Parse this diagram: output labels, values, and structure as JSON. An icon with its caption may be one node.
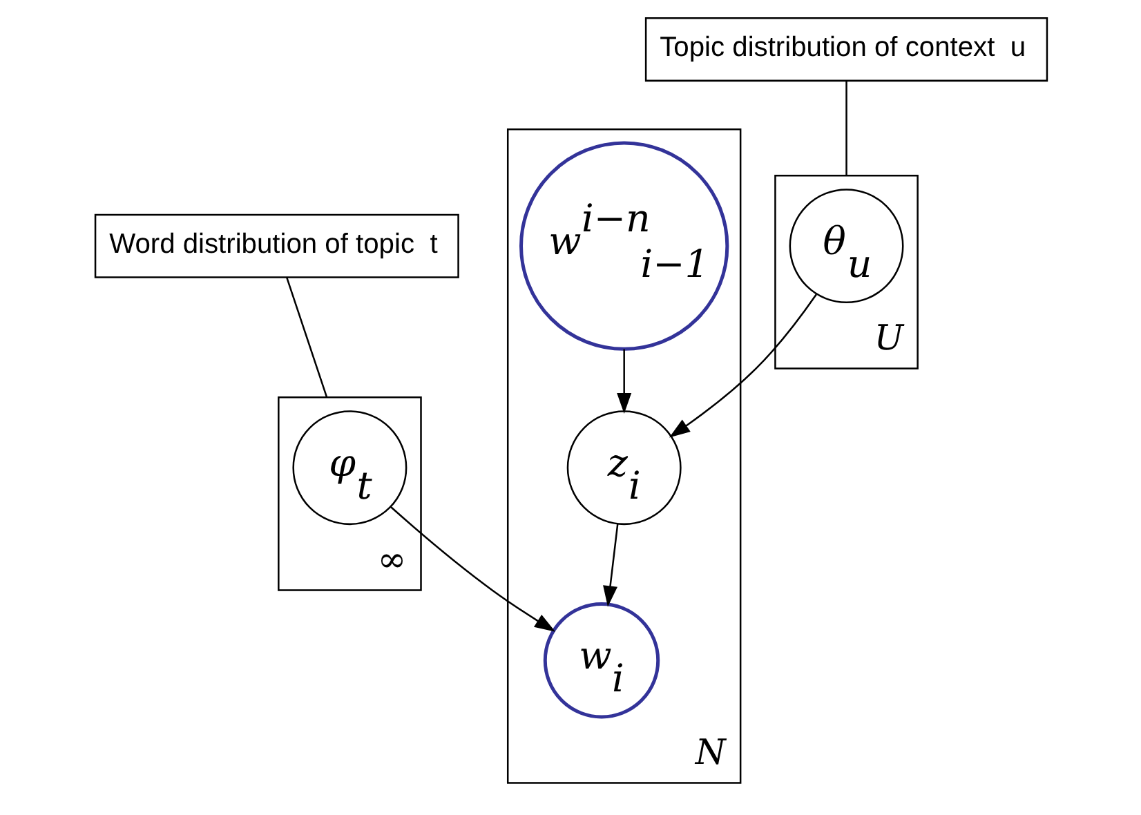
{
  "diagram": {
    "nodes": [
      {
        "text": [
          "U"
        ]
      },
      {
        "text": [
          "θ$_{u}$"
        ],
        "in": 0
      },
      {
        "text": [
          "Topic distribution of context  u"
        ]
      },
      {
        "text": [
          "N"
        ]
      },
      {
        "text": [
          "w$^{i−n}$$_{i−1}$"
        ],
        "in": 3
      },
      {
        "text": [
          "z$_{i}$"
        ],
        "in": 3
      },
      {
        "text": [
          "w$_{i}$"
        ],
        "in": 3
      },
      {
        "text": [
          "∞"
        ]
      },
      {
        "text": [
          "φ$_{t}$"
        ],
        "in": 7
      },
      {
        "text": [
          "Word distribution of topic  t"
        ]
      }
    ],
    "edges": [
      {
        "from": 1,
        "to": 5,
        "arrow": "to"
      },
      {
        "from": 4,
        "to": 5,
        "arrow": "to"
      },
      {
        "from": 5,
        "to": 6,
        "arrow": "to"
      },
      {
        "from": 8,
        "to": 6,
        "arrow": "to"
      },
      {
        "from": 2,
        "to": 0,
        "arrow": "none"
      },
      {
        "from": 9,
        "to": 7,
        "arrow": "none"
      }
    ]
  }
}
